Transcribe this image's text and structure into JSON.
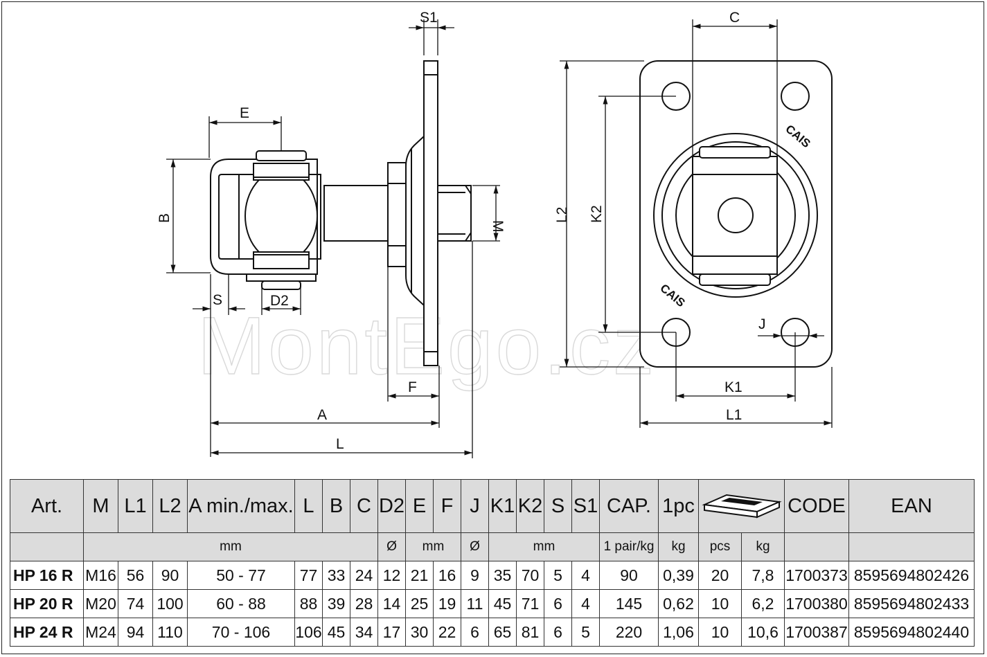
{
  "watermark": "MontEgo.cz",
  "brand": "CAIS",
  "drawing_labels": {
    "s1": "S1",
    "e": "E",
    "b": "B",
    "s": "S",
    "d2": "D2",
    "m": "M",
    "f": "F",
    "a": "A",
    "l": "L",
    "c": "C",
    "l2": "L2",
    "k2": "K2",
    "j": "J",
    "k1": "K1",
    "l1": "L1"
  },
  "table": {
    "header": [
      "Art.",
      "M",
      "L1",
      "L2",
      "A min./max.",
      "L",
      "B",
      "C",
      "D2",
      "E",
      "F",
      "J",
      "K1",
      "K2",
      "S",
      "S1",
      "CAP.",
      "1pc",
      "",
      "CODE",
      "EAN"
    ],
    "units": {
      "mm1": "mm",
      "dia1": "Ø",
      "mm2": "mm",
      "dia2": "Ø",
      "mm3": "mm",
      "cap": "1 pair/kg",
      "kg1": "kg",
      "pcs": "pcs",
      "kg2": "kg"
    },
    "box_icon": "package-box-icon",
    "rows": [
      [
        "HP 16 R",
        "M16",
        "56",
        "90",
        "50 - 77",
        "77",
        "33",
        "24",
        "12",
        "21",
        "16",
        "9",
        "35",
        "70",
        "5",
        "4",
        "90",
        "0,39",
        "20",
        "7,8",
        "1700373",
        "8595694802426"
      ],
      [
        "HP 20 R",
        "M20",
        "74",
        "100",
        "60 - 88",
        "88",
        "39",
        "28",
        "14",
        "25",
        "19",
        "11",
        "45",
        "71",
        "6",
        "4",
        "145",
        "0,62",
        "10",
        "6,2",
        "1700380",
        "8595694802433"
      ],
      [
        "HP 24 R",
        "M24",
        "94",
        "110",
        "70 - 106",
        "106",
        "45",
        "34",
        "17",
        "30",
        "22",
        "6",
        "65",
        "81",
        "6",
        "5",
        "220",
        "1,06",
        "10",
        "10,6",
        "1700387",
        "8595694802440"
      ]
    ]
  }
}
